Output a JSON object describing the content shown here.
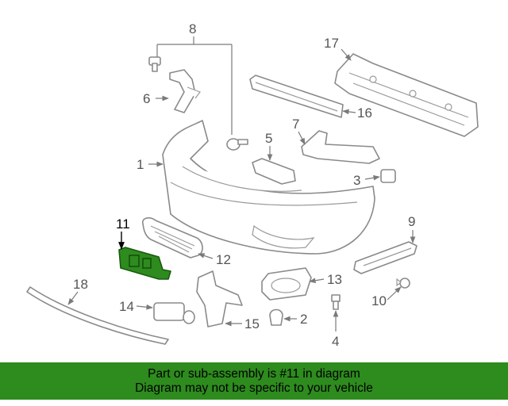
{
  "diagram": {
    "highlighted_part": "11",
    "highlight_color": "#2e8b1e",
    "callouts": {
      "c1": "1",
      "c2": "2",
      "c3": "3",
      "c4": "4",
      "c5": "5",
      "c6": "6",
      "c7": "7",
      "c8": "8",
      "c9": "9",
      "c10": "10",
      "c11": "11",
      "c12": "12",
      "c13": "13",
      "c14": "14",
      "c15": "15",
      "c16": "16",
      "c17": "17",
      "c18": "18"
    }
  },
  "banner": {
    "line1": "Part or sub-assembly is #11 in diagram",
    "line2": "Diagram may not be specific to your vehicle",
    "background": "#2e8b1e"
  }
}
